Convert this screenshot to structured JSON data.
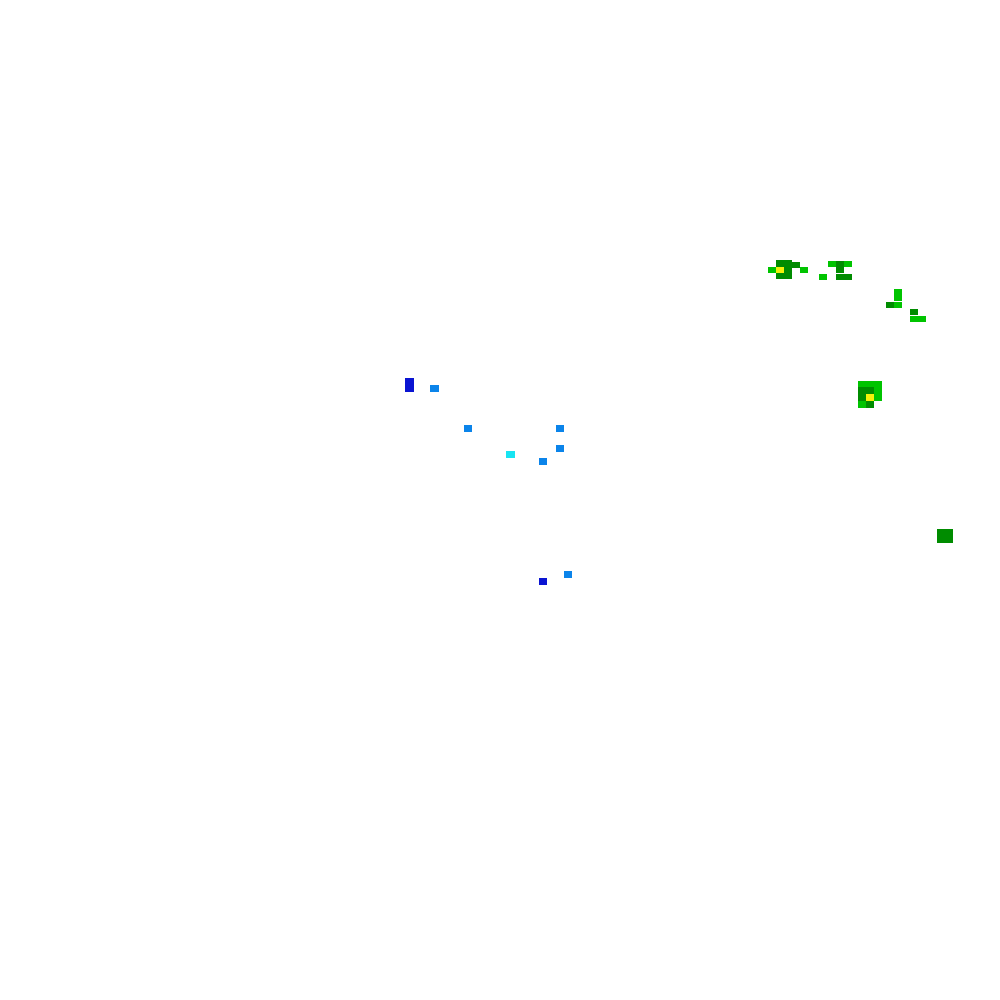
{
  "map": {
    "background_color": "#ffffff",
    "palette": {
      "dark_blue": "#0a14d2",
      "blue": "#0b84ea",
      "cyan": "#17e4f2",
      "light_green": "#00c400",
      "dark_green": "#008c00",
      "yellow": "#f2f20a"
    },
    "groups": [
      {
        "name": "north-east-cluster",
        "cells": [
          {
            "color": "dark_green"
          },
          {
            "color": "dark_green"
          },
          {
            "color": "light_green"
          },
          {
            "color": "dark_green"
          },
          {
            "color": "yellow"
          },
          {
            "color": "dark_green"
          },
          {
            "color": "light_green"
          },
          {
            "color": "dark_green"
          },
          {
            "color": "dark_green"
          },
          {
            "color": "light_green"
          },
          {
            "color": "light_green"
          },
          {
            "color": "dark_green"
          },
          {
            "color": "light_green"
          },
          {
            "color": "dark_green"
          },
          {
            "color": "dark_green"
          },
          {
            "color": "dark_green"
          },
          {
            "color": "light_green"
          }
        ]
      },
      {
        "name": "east-diagonal",
        "cells": [
          {
            "color": "light_green"
          },
          {
            "color": "light_green"
          },
          {
            "color": "dark_green"
          },
          {
            "color": "light_green"
          },
          {
            "color": "dark_green"
          },
          {
            "color": "light_green"
          },
          {
            "color": "light_green"
          }
        ]
      },
      {
        "name": "east-cluster",
        "cells": [
          {
            "color": "light_green"
          },
          {
            "color": "light_green"
          },
          {
            "color": "light_green"
          },
          {
            "color": "dark_green"
          },
          {
            "color": "dark_green"
          },
          {
            "color": "light_green"
          },
          {
            "color": "dark_green"
          },
          {
            "color": "yellow"
          },
          {
            "color": "light_green"
          },
          {
            "color": "light_green"
          },
          {
            "color": "dark_green"
          }
        ]
      },
      {
        "name": "far-east-block",
        "cells": [
          {
            "color": "dark_green"
          },
          {
            "color": "dark_green"
          },
          {
            "color": "dark_green"
          }
        ]
      },
      {
        "name": "central-blue-cluster",
        "cells": [
          {
            "color": "dark_blue"
          },
          {
            "color": "blue"
          },
          {
            "color": "blue"
          },
          {
            "color": "blue"
          },
          {
            "color": "blue"
          },
          {
            "color": "cyan"
          },
          {
            "color": "blue"
          }
        ]
      },
      {
        "name": "south-blue-pair",
        "cells": [
          {
            "color": "dark_blue"
          },
          {
            "color": "blue"
          }
        ]
      }
    ]
  }
}
